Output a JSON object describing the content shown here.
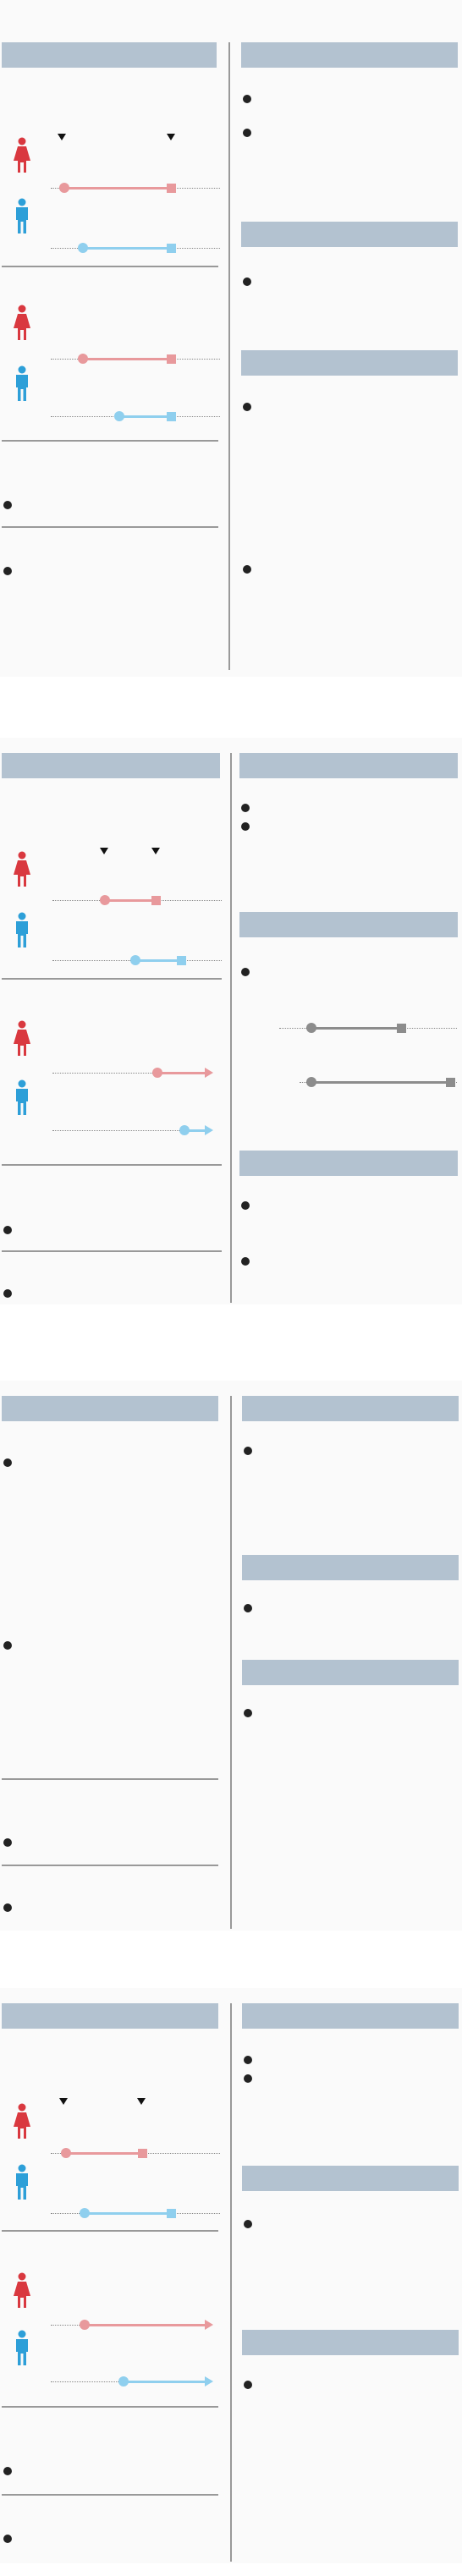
{
  "colors": {
    "header": "#b3c2d0",
    "female": "#d9383f",
    "male": "#2d9fd8",
    "female_range": "#e8999c",
    "male_range": "#8fcfee",
    "neutral_range": "#8c8c8c",
    "divider": "#999999",
    "bullet": "#222222"
  },
  "icons": {
    "female": "female-person-icon",
    "male": "male-person-icon",
    "marker": "triangle-down-marker-icon",
    "bullet": "bullet-dot-icon"
  },
  "panels": [
    {
      "id": "panel-1"
    },
    {
      "id": "panel-2"
    },
    {
      "id": "panel-3"
    },
    {
      "id": "panel-4"
    }
  ]
}
